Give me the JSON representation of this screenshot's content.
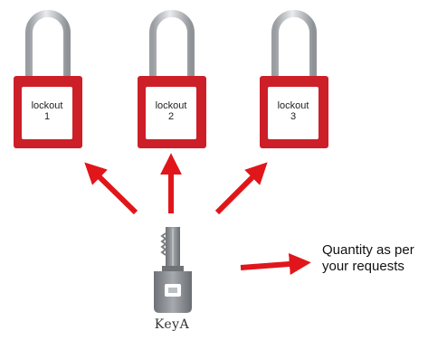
{
  "locks": [
    {
      "label": "lockout",
      "number": "1"
    },
    {
      "label": "lockout",
      "number": "2"
    },
    {
      "label": "lockout",
      "number": "3"
    }
  ],
  "key": {
    "caption": "KeyA",
    "icon": "key-icon"
  },
  "note": {
    "line1": "Quantity as per",
    "line2": "your requests"
  },
  "colors": {
    "lock_body": "#cc1f28",
    "shackle": "#c9cbcd",
    "arrow": "#e0161b",
    "key": "#8c8f93"
  }
}
